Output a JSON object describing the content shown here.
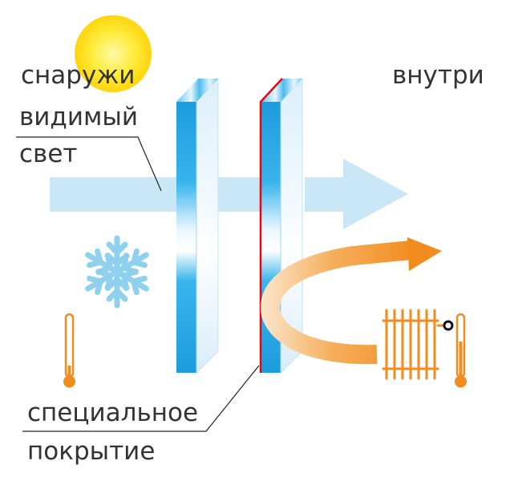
{
  "labels": {
    "outside": "снаружи",
    "inside": "внутри",
    "visible_light_line1": "видимый",
    "visible_light_line2": "свет",
    "coating_line1": "специальное",
    "coating_line2": "покрытие"
  },
  "colors": {
    "sun": "#FFE600",
    "light_beam": "#C8E6F6",
    "glass_edge": "#1DA1E2",
    "glass_face": "#EAF5FC",
    "coating": "#E30613",
    "heat": "#F28C1E",
    "snowflake": "#8FD0EE",
    "text": "#333333",
    "leader_line": "#222222"
  },
  "icons": [
    "sun-icon",
    "snowflake-icon",
    "thermometer-icon",
    "radiator-icon",
    "heat-arrow-icon",
    "light-arrow-icon"
  ]
}
